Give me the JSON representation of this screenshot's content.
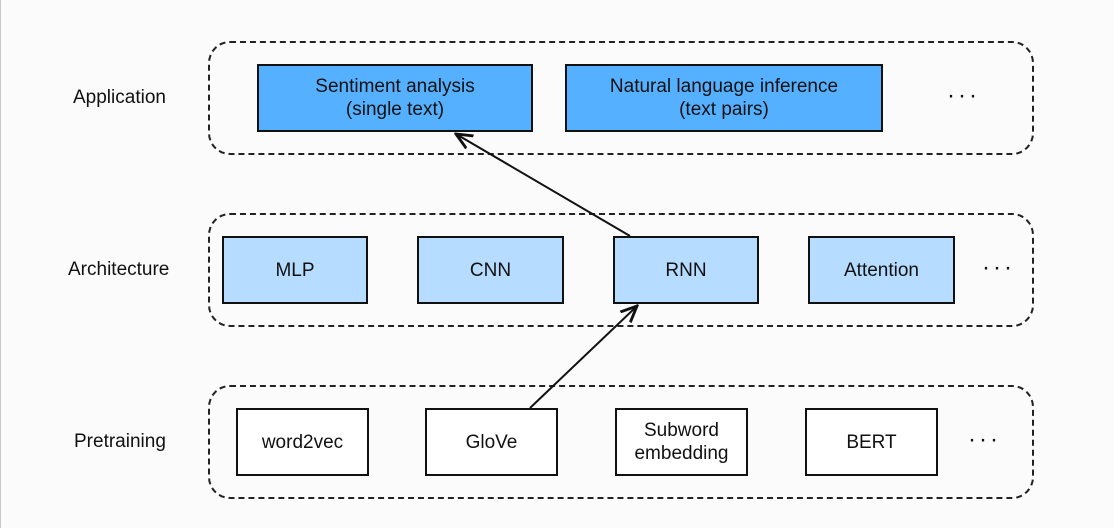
{
  "rows": {
    "application": {
      "label": "Application",
      "boxes": [
        {
          "line1": "Sentiment analysis",
          "line2": "(single text)"
        },
        {
          "line1": "Natural language inference",
          "line2": "(text pairs)"
        }
      ],
      "ellipsis": "···"
    },
    "architecture": {
      "label": "Architecture",
      "boxes": [
        {
          "line1": "MLP"
        },
        {
          "line1": "CNN"
        },
        {
          "line1": "RNN"
        },
        {
          "line1": "Attention"
        }
      ],
      "ellipsis": "···"
    },
    "pretraining": {
      "label": "Pretraining",
      "boxes": [
        {
          "line1": "word2vec"
        },
        {
          "line1": "GloVe"
        },
        {
          "line1": "Subword",
          "line2": "embedding"
        },
        {
          "line1": "BERT"
        }
      ],
      "ellipsis": "···"
    }
  },
  "colors": {
    "application_box": "#55b0ff",
    "architecture_box": "#b6dcff",
    "pretraining_box": "#ffffff",
    "stroke": "#111111"
  },
  "edges": [
    {
      "from": "GloVe",
      "to": "RNN"
    },
    {
      "from": "RNN",
      "to": "Sentiment analysis (single text)"
    }
  ]
}
